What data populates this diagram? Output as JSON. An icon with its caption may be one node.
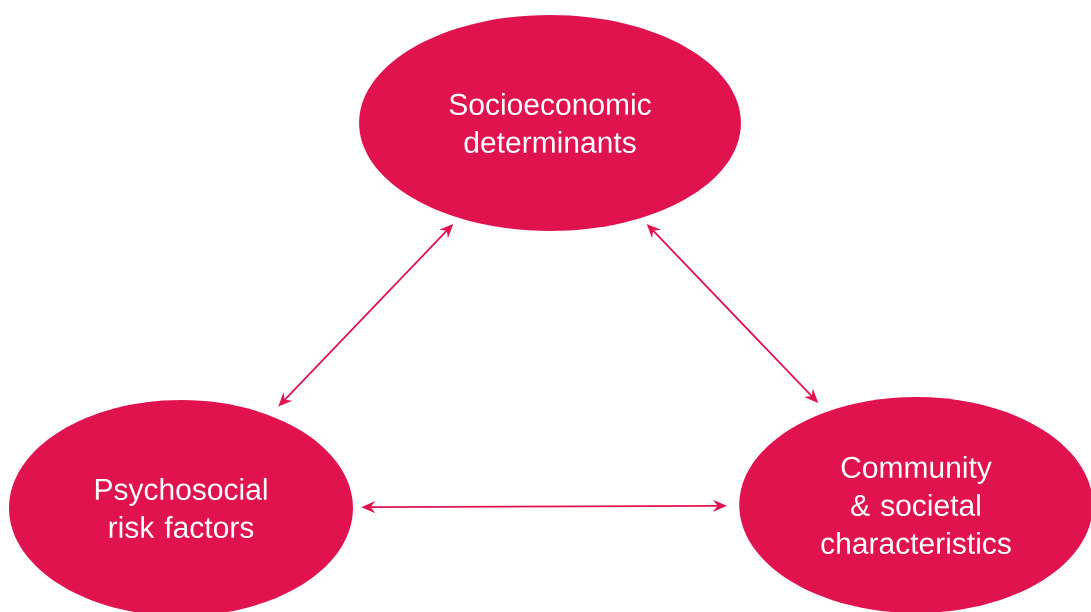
{
  "diagram": {
    "nodes": [
      {
        "text": [
          "Socioeconomic determinants"
        ]
      },
      {
        "text": [
          "Psychosocial risk factors"
        ]
      },
      {
        "text": [
          "Community & societal characteristics"
        ]
      }
    ],
    "edges": [
      {
        "from": 0,
        "to": 1,
        "arrow": "both"
      },
      {
        "from": 0,
        "to": 2,
        "arrow": "both"
      },
      {
        "from": 1,
        "to": 2,
        "arrow": "both"
      }
    ]
  }
}
